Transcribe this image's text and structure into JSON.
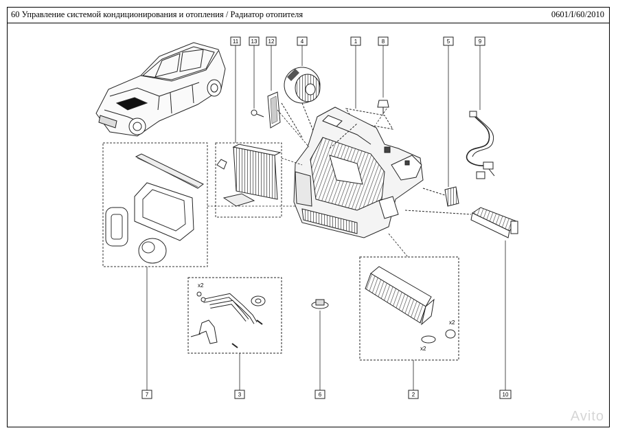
{
  "header": {
    "title": "60 Управление системой кондиционирования и отопления / Радиатор отопителя",
    "doc_ref": "0601/I/60/2010"
  },
  "callouts": [
    "11",
    "13",
    "12",
    "4",
    "1",
    "8",
    "5",
    "9",
    "7",
    "3",
    "6",
    "2",
    "10"
  ],
  "quantities": [
    "x2",
    "x2",
    "x2"
  ],
  "watermark": "Avito"
}
